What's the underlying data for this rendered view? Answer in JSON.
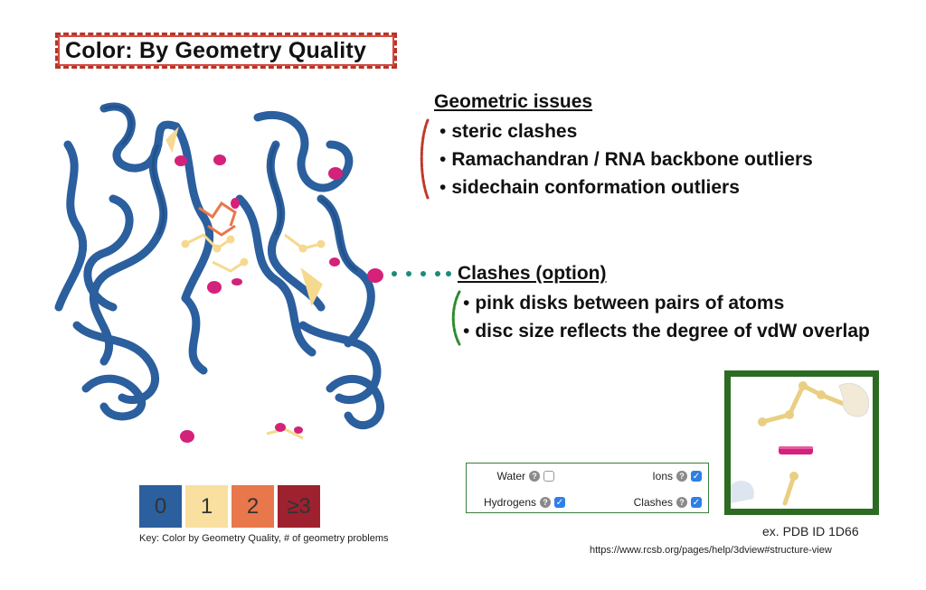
{
  "title": "Color: By Geometry Quality",
  "geometric": {
    "heading": "Geometric issues",
    "items": [
      "steric clashes",
      "Ramachandran / RNA backbone outliers",
      "sidechain conformation outliers"
    ]
  },
  "clashes": {
    "heading": "Clashes (option)",
    "items": [
      "pink disks between pairs of atoms",
      "disc size reflects the degree of vdW overlap"
    ]
  },
  "key": {
    "cells": [
      {
        "label": "0",
        "color": "#2b5f9e"
      },
      {
        "label": "1",
        "color": "#f9dfa0"
      },
      {
        "label": "2",
        "color": "#e8774b"
      },
      {
        "label": "≥3",
        "color": "#9e2130"
      }
    ],
    "caption": "Key: Color by Geometry Quality, # of geometry problems"
  },
  "options": {
    "water": {
      "label": "Water",
      "checked": false
    },
    "ions": {
      "label": "Ions",
      "checked": true
    },
    "hydrogens": {
      "label": "Hydrogens",
      "checked": true
    },
    "clashes": {
      "label": "Clashes",
      "checked": true
    },
    "help_glyph": "?",
    "check_glyph": "✓"
  },
  "pdb_label": "ex. PDB ID 1D66",
  "url": "https://www.rcsb.org/pages/help/3dview#structure-view",
  "colors": {
    "ribbon": "#2b5f9e",
    "ribbon_light": "#f5d98f",
    "clash_disk": "#d4217a",
    "bracket_red": "#c0392b",
    "bracket_green": "#2e8b2e",
    "dots": "#1b8a7a"
  }
}
